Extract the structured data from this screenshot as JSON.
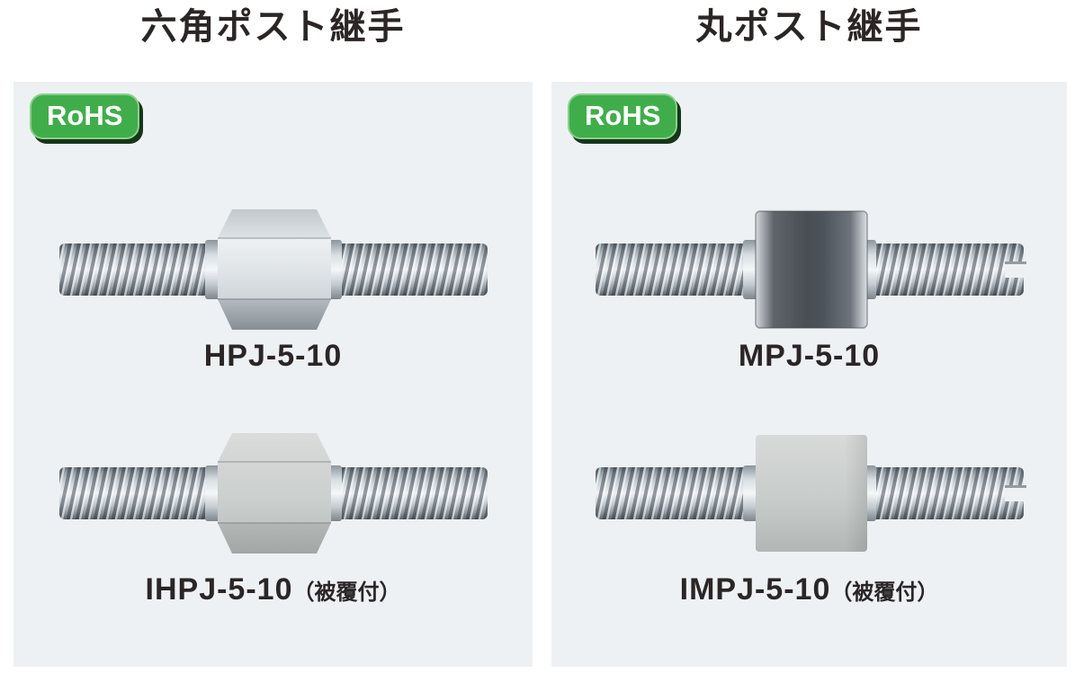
{
  "page": {
    "background": "#ffffff",
    "panel_color": "#eef1f3"
  },
  "columns": [
    {
      "title": "六角ポスト継手",
      "rohs_label": "RoHS",
      "products": [
        {
          "model": "HPJ-5-10",
          "note": "",
          "image": "hex-metal-post-joint-photo"
        },
        {
          "model": "IHPJ-5-10",
          "note": "（被覆付）",
          "image": "hex-coated-post-joint-photo"
        }
      ]
    },
    {
      "title": "丸ポスト継手",
      "rohs_label": "RoHS",
      "products": [
        {
          "model": "MPJ-5-10",
          "note": "",
          "image": "round-metal-post-joint-photo"
        },
        {
          "model": "IMPJ-5-10",
          "note": "（被覆付）",
          "image": "round-coated-post-joint-photo"
        }
      ]
    }
  ],
  "colors": {
    "rohs_green": "#3fae4a",
    "rohs_border_green": "#8ad08c",
    "rohs_shadow": "#16351a",
    "text": "#2b2526",
    "panel": "#eef1f3"
  }
}
